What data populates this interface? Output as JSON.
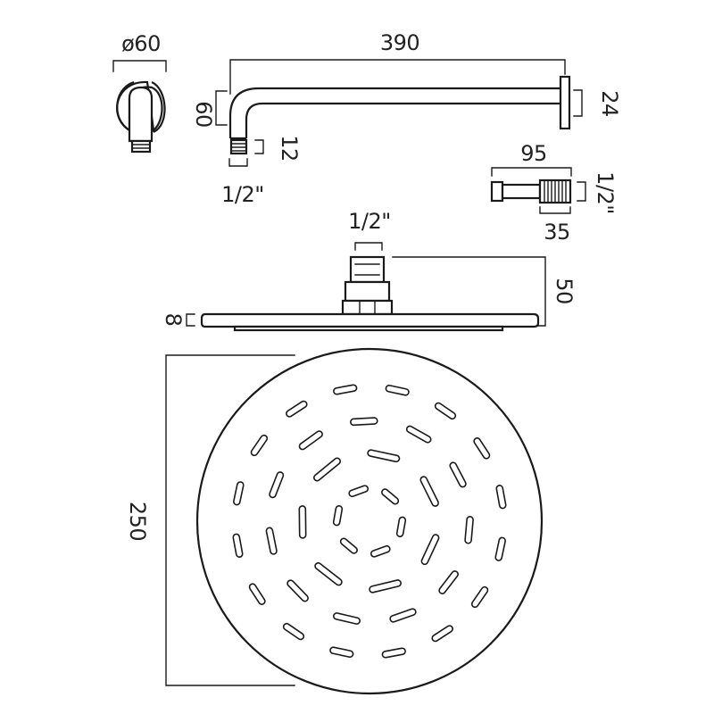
{
  "dimensions": {
    "flange_diameter": "ø60",
    "arm_length": "390",
    "arm_drop": "60",
    "arm_flange": "24",
    "arm_thread_length": "12",
    "arm_thread_size": "1/2\"",
    "extension_length": "95",
    "extension_thread_size": "1/2\"",
    "extension_thread_length": "35",
    "head_inlet_size": "1/2\"",
    "head_height": "50",
    "head_thickness": "8",
    "head_diameter": "250"
  },
  "colors": {
    "line": "#1a1a1a",
    "background": "#ffffff"
  }
}
